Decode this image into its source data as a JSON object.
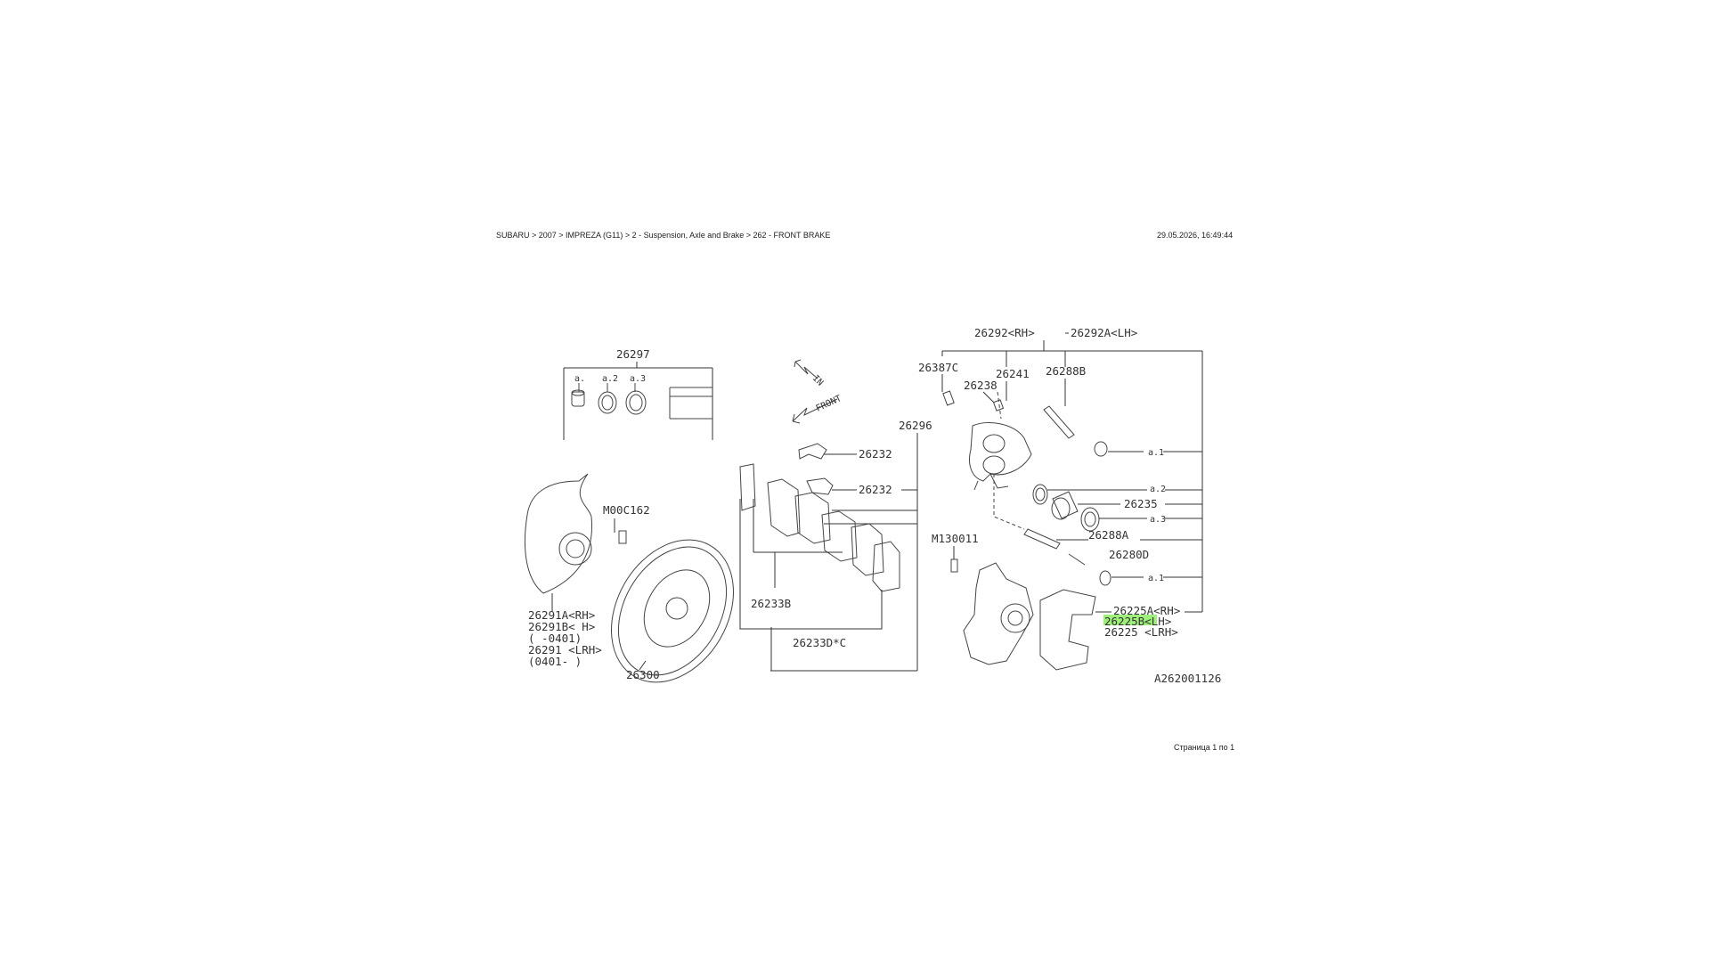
{
  "header": {
    "breadcrumb": "SUBARU > 2007 > IMPREZA (G11) > 2 - Suspension, Axle and Brake > 262 - FRONT BRAKE",
    "timestamp": "29.05.2026, 16:49:44"
  },
  "footer": {
    "page": "Страница 1 по 1"
  },
  "colors": {
    "highlight": "#9ef07a",
    "line": "#333333"
  },
  "diagram": {
    "code": "A262001126",
    "labels": {
      "kit": "26297",
      "kit_a": "a.",
      "kit_b": "a.2",
      "kit_c": "a.3",
      "front_l": "IN",
      "front_r": "FRONT",
      "p26296": "26296",
      "p26232a": "26232",
      "p26232b": "26232",
      "p26292": "26292<RH>",
      "p26292a": "26292A<LH>",
      "p26387c": "26387C",
      "p26241": "26241",
      "p26238": "26238",
      "p26288b": "26288B",
      "a1a": "a.1",
      "a2": "a.2",
      "p26235": "26235",
      "a3": "a.3",
      "p26288a": "26288A",
      "p26280d": "26280D",
      "a1b": "a.1",
      "m130011": "M130011",
      "p26225a": "26225A<RH>",
      "p26225b": "26225B<LH>",
      "p26225": "26225 <LRH>",
      "p26233b": "26233B",
      "p26233dc": "26233D*C",
      "m00c162": "M00C162",
      "p26291a": "26291A<RH>",
      "p26291b": "26291B< H>",
      "p26291b_note": "(  -0401)",
      "p26291": "26291 <LRH>",
      "p26291_note": "(0401-  )",
      "p26300": "26300"
    }
  }
}
